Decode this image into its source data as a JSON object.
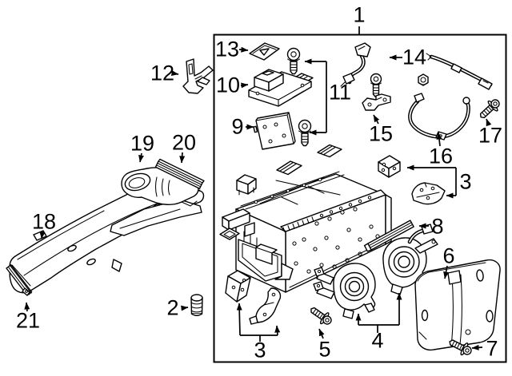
{
  "diagram": {
    "background_color": "#ffffff",
    "line_color": "#000000",
    "callouts": {
      "c1": "1",
      "c2": "2",
      "c3_right": "3",
      "c3_bottom": "3",
      "c4": "4",
      "c5": "5",
      "c6": "6",
      "c7": "7",
      "c8": "8",
      "c9": "9",
      "c10": "10",
      "c11": "11",
      "c12": "12",
      "c13": "13",
      "c14": "14",
      "c15": "15",
      "c16": "16",
      "c17": "17",
      "c18": "18",
      "c19": "19",
      "c20": "20",
      "c21": "21"
    }
  }
}
